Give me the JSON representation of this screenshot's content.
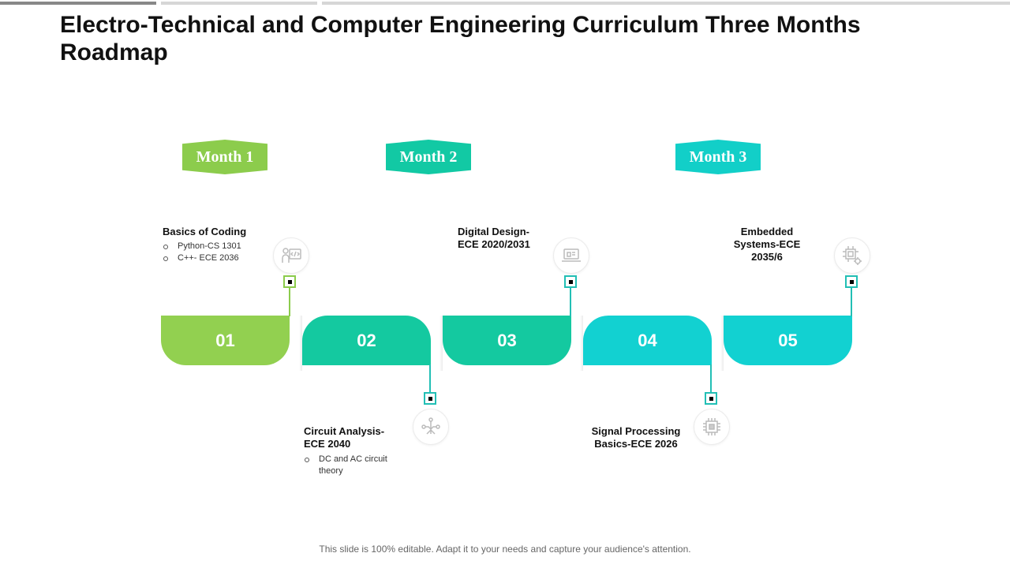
{
  "title": "Electro-Technical and Computer Engineering Curriculum Three Months Roadmap",
  "months": [
    "Month 1",
    "Month 2",
    "Month 3"
  ],
  "steps": [
    {
      "number": "01",
      "title": "Basics of Coding",
      "bullets": [
        "Python-CS 1301",
        "C++- ECE 2036"
      ],
      "icon": "coding-icon"
    },
    {
      "number": "02",
      "title": "Circuit Analysis- ECE 2040",
      "bullets": [
        "DC and AC circuit theory"
      ],
      "icon": "circuit-icon"
    },
    {
      "number": "03",
      "title": "Digital Design- ECE 2020/2031",
      "bullets": [],
      "icon": "laptop-icon"
    },
    {
      "number": "04",
      "title": "Signal Processing Basics-ECE 2026",
      "bullets": [],
      "icon": "processor-icon"
    },
    {
      "number": "05",
      "title": "Embedded Systems-ECE 2035/6",
      "bullets": [],
      "icon": "chip-gear-icon"
    }
  ],
  "footer": "This slide is 100% editable. Adapt it to your needs and capture your audience's attention.",
  "colors": {
    "month1": "#8ccc4c",
    "month2": "#12c9a4",
    "month3": "#12cfc8",
    "tile1": "#92d050",
    "tile2": "#14c9a0",
    "tile3": "#14c9a0",
    "tile4": "#12d1d1",
    "tile5": "#12d1d1",
    "node1": "#8ccc4c",
    "node_teal": "#22bfb5",
    "topbar_dark": "#888888",
    "topbar_light": "#d6d6d6"
  }
}
